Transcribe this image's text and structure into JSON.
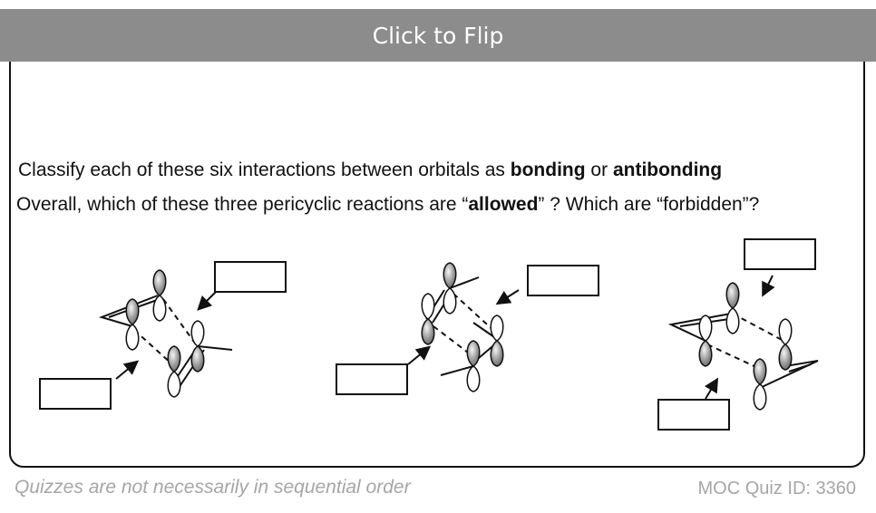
{
  "flip_button": {
    "label": "Click to Flip"
  },
  "question": {
    "line1": {
      "before": "Classify each of these six interactions between orbitals as ",
      "bold1": "bonding",
      "middle": " or ",
      "bold2": "antibonding"
    },
    "line2": {
      "before": "Overall, which of these three pericyclic reactions are “",
      "bold": "allowed",
      "after": "” ? Which are “forbidden”?"
    }
  },
  "footer": {
    "note": "Quizzes are not necessarily in sequential order",
    "quiz_id": "MOC Quiz ID: 3360"
  }
}
